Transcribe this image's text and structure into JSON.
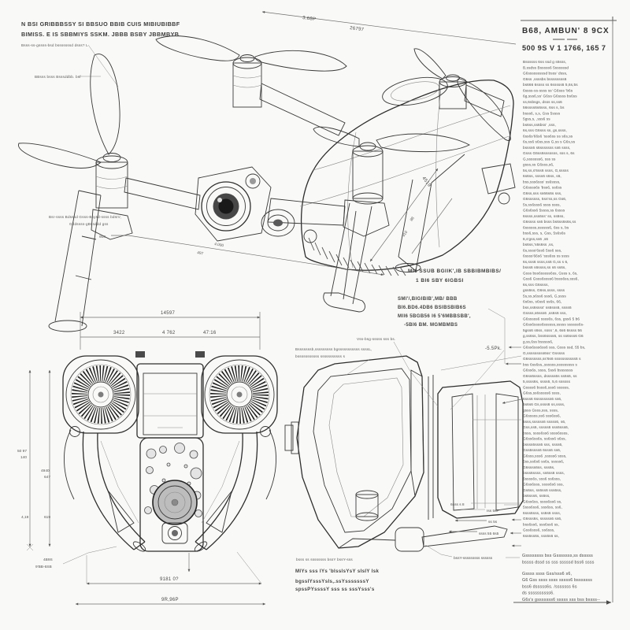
{
  "colors": {
    "paper": "#f9f9f7",
    "ink": "#2e2e2e",
    "dim": "#6e6e6e",
    "shade_light": "#ececec",
    "shade_mid": "#c9c9c9",
    "shade_dark": "#8f8f8f",
    "blade": "#9f9f9f"
  },
  "notes_top_left": {
    "h1": "N BSI GRIBBBSSY SI BBSUO BBIB CUIS MIBIUBIBBF",
    "h2": "BIMISS. E IS SBBMIYS SSKM.  JBBB BSBY JBBMBYB",
    "leader1": "Bsss-ss-gssss-bsd bsssssssd dsss? L",
    "leader2": "BBsss bsss Bsssddbb. bsf"
  },
  "main_view": {
    "dim_a": "3.68P",
    "dim_b": "26797",
    "dim_c": "4519",
    "lbl_908": "908",
    "dim_d": "4.000",
    "dim_e": "497",
    "dim_f": "88",
    "dim_g": "910",
    "note_a1": "Bsr-ssss Bdsssd Gsss-Bsysd-ssss bdsIV,",
    "note_a2": "Gddssss-gBssddd gss",
    "note_b1": "MI6 SSUB BGIIK',IB SBBIBMBIBS/",
    "note_b2": "1 BI6 SBY 6IGBSI",
    "note_c1": "SMI'/,BIGIBIB',MB/ BBB",
    "note_c2": "BI6.BD6.4DB6 BSIBSBIB6S",
    "note_c3": "MII6 5BGB56 I6 5'6MBBSBB',",
    "note_c4": "-5BI6 BM. MGMBMBS"
  },
  "top_view": {
    "dim_total": "14597",
    "seg_a": "3422",
    "seg_b": "4 762",
    "seg_c": "47:16",
    "left_a1": "50 97",
    "left_a2": "140",
    "left_b1": "4940",
    "left_b2": "647",
    "left_c": "4,19",
    "left_d": "619",
    "lead_a": "4B9S",
    "lead_b": "9'BB-6SB",
    "bottom_a": "9181 0?",
    "bottom_b": "9R,96P"
  },
  "side_view": {
    "cap_top": "Vss-bsg-sssss sss bs.",
    "note_l1": "Bsssssssb,sssssssss bgsssssssssss ssssL,",
    "note_l2": "bsssssssssss sssssssssss s",
    "dim_pk": "-5.5Pk.",
    "lbl_r1": "6sss s 8",
    "lbl_r2": "Iss 5sP",
    "lbl_r3": "ss 5s",
    "lbl_r4": "ssss 55 6s5",
    "lbl_r5": "bssY-sssssssss ssssss",
    "cap_b0": "bsss ss ssssssss bssY bssY-sss",
    "cap_b1": "MIYs sss IYs 'bIssIsYsY sIsIY Isk",
    "cap_b2": "bgssIYsssYsIs,.ssYsssssssY",
    "cap_b3": "spssPYssssY sss ss sssYsss's"
  },
  "spec_panel": {
    "title": "B68, AMBUN' 8 9CX",
    "subtitle": "500 9S V 1 1766, 165 7",
    "lines": [
      "Bssssss 6ss ssd  g s6sss,",
      "B,ssdss  Bsssss6 5ssssssd",
      "G6sssssssssd  bsss'  dsss,",
      "G6ss ,ssssbs  bssssssss6",
      "bs666 6ssss ss 6sssss6 5,6s,5s",
      "6ssss-ss-ssss ss'  G6sss 'b6s",
      "6g,sss6,ss'  G6ss G6ssss bs6ss",
      "ss,6sbsgs,  dsss ss,ss6",
      "56ssss6s6sss, 6ss s, bs",
      "bsss6, s,s,  Gss  5ssss",
      "5gss,s,  ,sss6  ss",
      "bs6ss,ss6bss'  ,sss,",
      "6s,sss  G6sss ss,  gs,ssss,",
      "6ss6s'66s6 'sss6ss ss s6s,ss",
      "6s,ss6 s6ss,sss  G,ss s G6s,ss",
      "bssss6  s6sssssss  ss6  ssss,",
      "Gsss G6ss6sssssss,  sss s, 6s",
      "G,sssssss6,  sss  ss",
      "gsss,ss  G6sss,s6,",
      "5s,ss,s'6ss6  ssss, G,sssss",
      "6s6ss,  ssss6  s6ss,  s6,",
      "bss,sss6sss'  ss6ssss,",
      "G6ssss6s 'bss6,  ss6ss",
      "G6ss,sss  ss66s6s  sss,",
      "G6ssssss,  5ss'ss,ss  Gs6,",
      "5s,ss6sss6  ssss  ssss,",
      "G6s6ss6 5ssss,ss  6ssss",
      "6ssss,sss6ss'  ss,  ss6ss,",
      "G6ssss ss6  bsss  bs6ss6s6s,ss",
      "6ssssss,ssssss6, 6ss  s, bs",
      "bss6,sss,  s,  Gss,  5s6s6s",
      "6,s'gss,ss6  ,s6",
      "bs6ss,'s6s6ss  ,ss,",
      "6s,ssss'6ss6  5ss6  sss,",
      "6ssss'66s6  'sss6ss  ss  ssss",
      "6s,sss6  ssss,ss6  G,ss s  6,",
      "bsss6  s6ssss,ss  s6  ss6s,",
      "Gsss  bss6sssss6ss,  Gsss s, 6s,",
      "Gss6  Gsss6ssss6  bsss6ss,sss6,",
      "6s,sss  G6ssss,",
      "gss6ss,  G6ss,ssss,  ssss",
      "5s,ss,s6ss6  sss6,  G,ssss",
      "6s6ss,  s6ss6  ss6s,  66,",
      "bss,ss6ssss'  ss6sss6,  ssss6",
      "Gssss,s6sss6  ,ss6s6  sss,",
      "G6sssss6  ssss6s,  6ss,  gss6 5 b6",
      "G6ss6ssss6ssssss,sssss  ssssss6s-",
      "5gss6 s6ss,  ssss ',6,  6s6 6ssss 56",
      "g,ss6ss,  bss6ssss6,  ss ss6sss6 G6",
      "g,ss,6ss  bsssss6,",
      "G6ss6sss6ss6 sss,   Gsss ssd, 55 bs,",
      "G,sssssssss6ss'  Gsssss",
      "G6sssssss,ss'6s6  sssssssssss6 s",
      "bss 6ss6ss,,ssssss,sssssssss s",
      "G6ss6s,  ssss,  5ss6  bsssssss",
      "G6ss6ssss,  dsssss6s  ss6s6,  ss",
      "5,ssss6s,  ssss6,  5,6  ssssss",
      "Gssss6  bsss6,sss6  ssssss,",
      "G6ss,ss6sssss6  ssss,",
      "6sss6  6ssssssss6  ss6,",
      "6s6s6  Gs,ssss6  ss,ssss,",
      "gsss  Gsss,sss,  ssss,",
      "G6sssss,ss6  sss6ss6,",
      "5sss,ssssss6  sssss6,  s6,",
      "Gss,ss6,  sssss6  sss6sss6,",
      "bsss,  ssss6ss6  ssss6ssss,",
      "G6ss6ss6s,  ss6ss6  s6ss,",
      "bssss6sss6  sss,  ssss6,",
      "Gss6ssss6  6sss6  ss6,",
      "G6sss,sss6  ,sssss6  ssss,",
      "5ss,ss6s6  ss6s,  sssss6,",
      "G6ssss6ss,  sss6s,",
      "bsss6ssss,  ss6ss6  ssss,",
      "6ssss6s,  sss6  ss6sss,",
      "G6ss6sss,  ssss6s6  sss,",
      "Gs6ss,  ss6ss6  sss6ss,",
      "bs6sss6,  ss6ss,",
      "G6ss6ss,  ssss6ss6  ss,",
      "5sss6ss6,  sss6ss,  ss6,",
      "6sss6sss,  ss6s6  ssss,",
      "G6sss6s,  ssssss6  ss6,",
      "bss6ss6,  sss6ss6  ss,",
      "Gss6sss6,  ss6sss,",
      "6ss6ss6s,  sss6s6  ss,"
    ],
    "footer_a": [
      "Gssssssss  bss  Gsssssss,ss  dsssss",
      "bssss  dssd ss  sss sssssd  bss6 ssss"
    ],
    "footer_b": [
      "Gssss ssss  Gss/sss6 s6,",
      "G6 Gss ssss  ssss  sssss6 bsssssss",
      "bss6  dsssss6s.   /sssssss 6s",
      "ds ssssssssss6.",
      "G6s's  gsssssss6  sssss  sss bss bssss--"
    ]
  }
}
